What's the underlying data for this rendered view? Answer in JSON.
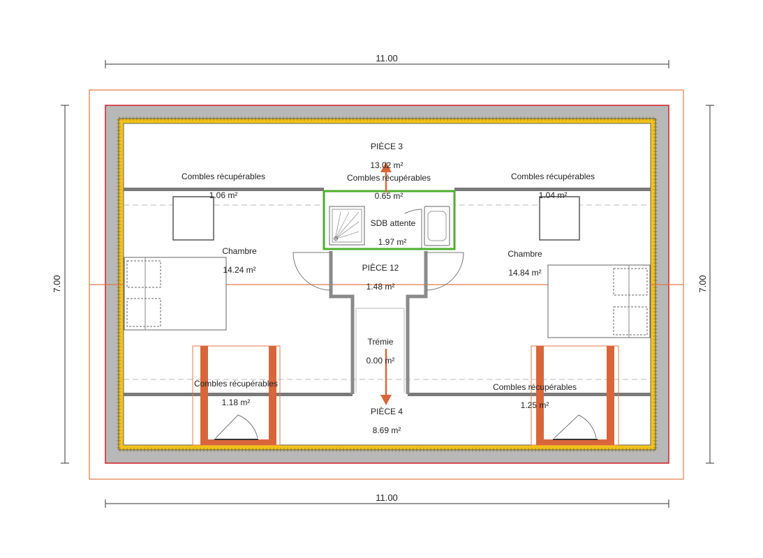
{
  "dimensions": {
    "top_width": "11.00",
    "bottom_width": "11.00",
    "left_depth": "7.00",
    "right_depth": "7.00"
  },
  "rooms": {
    "piece3": {
      "name": "PIÈCE 3",
      "area": "13.02 m²"
    },
    "combles_top_left": {
      "name": "Combles récupérables",
      "area": "1.06 m²"
    },
    "combles_top_center": {
      "name": "Combles récupérables",
      "area": "0.65 m²"
    },
    "combles_top_right": {
      "name": "Combles récupérables",
      "area": "1.04 m²"
    },
    "sdb": {
      "name": "SDB attente",
      "area": "1.97 m²"
    },
    "chambre_left": {
      "name": "Chambre",
      "area": "14.24 m²"
    },
    "piece12": {
      "name": "PIÈCE 12",
      "area": "1.48 m²"
    },
    "chambre_right": {
      "name": "Chambre",
      "area": "14.84 m²"
    },
    "tremie": {
      "name": "Trémie",
      "area": "0.00 m²"
    },
    "combles_bottom_left": {
      "name": "Combles récupérables",
      "area": "1.18 m²"
    },
    "combles_bottom_right": {
      "name": "Combles récupérables",
      "area": "1.25 m²"
    },
    "piece4": {
      "name": "PIÈCE 4",
      "area": "8.69 m²"
    }
  },
  "colors": {
    "outline_orange": "#e07a4a",
    "wall_red": "#d21f26",
    "roof_grey": "#b8b8b8",
    "insulation_yellow": "#f1c21b",
    "wall_grey": "#7a7a7a",
    "bathroom_green": "#4caf2e",
    "chimney_orange": "#d9663a"
  }
}
